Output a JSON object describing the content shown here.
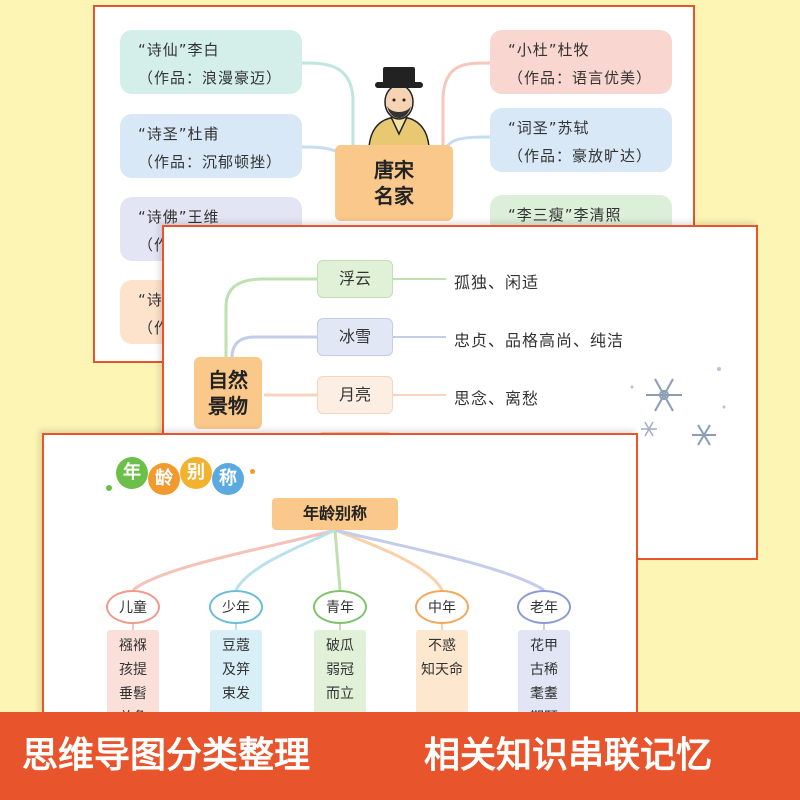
{
  "card1": {
    "center": [
      "唐宋",
      "名家"
    ],
    "left_items": [
      {
        "title": "“诗仙”李白",
        "sub": "（作品：浪漫豪迈）"
      },
      {
        "title": "“诗圣”杜甫",
        "sub": "（作品：沉郁顿挫）"
      },
      {
        "title": "“诗佛”王维",
        "sub": "（作"
      },
      {
        "title": "“诗",
        "sub": "（作"
      }
    ],
    "right_items": [
      {
        "title": "“小杜”杜牧",
        "sub": "（作品：语言优美）"
      },
      {
        "title": "“词圣”苏轼",
        "sub": "（作品：豪放旷达）"
      },
      {
        "title": "“李三瘦”李清照",
        "sub": ""
      }
    ]
  },
  "card2": {
    "center": [
      "自然",
      "景物"
    ],
    "rows": [
      {
        "node": "浮云",
        "meaning": "孤独、闲适"
      },
      {
        "node": "冰雪",
        "meaning": "忠贞、品格高尚、纯洁"
      },
      {
        "node": "月亮",
        "meaning": "思念、离愁"
      }
    ]
  },
  "card3": {
    "badges": [
      "年",
      "龄",
      "别",
      "称"
    ],
    "title": "年龄别称",
    "columns": [
      {
        "label": "儿童",
        "items": [
          "襁褓",
          "孩提",
          "垂髫",
          "总角"
        ]
      },
      {
        "label": "少年",
        "items": [
          "豆蔻",
          "及笄",
          "束发"
        ]
      },
      {
        "label": "青年",
        "items": [
          "破瓜",
          "弱冠",
          "而立"
        ]
      },
      {
        "label": "中年",
        "items": [
          "不惑",
          "知天命"
        ]
      },
      {
        "label": "老年",
        "items": [
          "花甲",
          "古稀",
          "耄耋",
          "期颐"
        ]
      }
    ]
  },
  "banner": {
    "left": "思维导图分类整理",
    "right": "相关知识串联记忆"
  },
  "colors": {
    "background": "#fdf5b4",
    "accent": "#e8542b",
    "center_box": "#f9c88a"
  }
}
